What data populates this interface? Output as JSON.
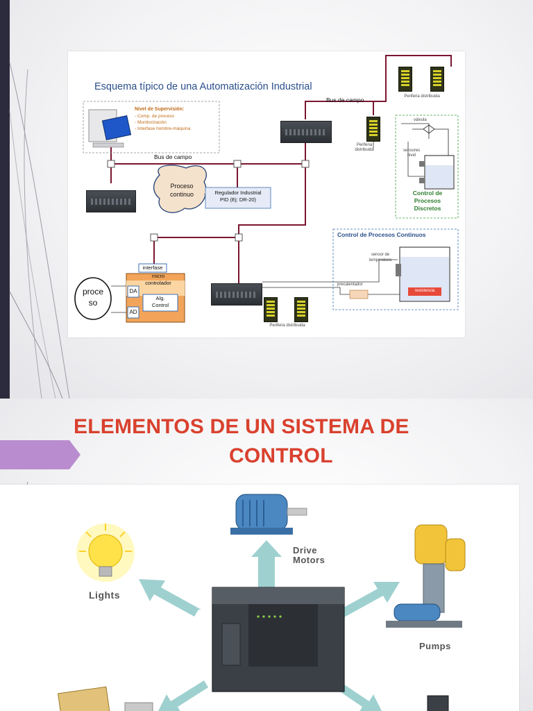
{
  "slide1": {
    "diagram_title": "Esquema típico de una Automatización Industrial",
    "supervision": {
      "heading": "Nivel de Supervisión:",
      "items": [
        "- Comp. de proceso",
        "- Monitorización",
        "- Interfase hombre-máquina"
      ]
    },
    "bus_top": "Bus de campo",
    "bus_left": "Bus de campo",
    "periferia_top": "Periferia distribuida",
    "periferia_mid": "Periferia distribuida",
    "periferia_bottom": "Periferia distribuida",
    "valvula": "válvula",
    "sensores_nivel": "sensores nivel",
    "discrete": {
      "line1": "Control de",
      "line2": "Procesos",
      "line3": "Discretos"
    },
    "proceso_continuo": {
      "line1": "Proceso",
      "line2": "continuo"
    },
    "regulador": {
      "line1": "Regulador Industrial",
      "line2": "PID (Ej: DR-20)"
    },
    "continuous_title": "Control de Procesos Continuos",
    "sensor_temp": {
      "line1": "sensor de",
      "line2": "temperatura"
    },
    "precalentador": "precalentador",
    "resistencia": "resistencia",
    "interfase": "interfase",
    "micro": {
      "line1": "micro",
      "line2": "controlador"
    },
    "da": "DA",
    "ad": "AD",
    "alg": {
      "line1": "Alg.",
      "line2": "Control"
    },
    "proceso_circle": {
      "line1": "proce",
      "line2": "so"
    }
  },
  "slide2": {
    "title_line1": "ELEMENTOS DE UN SISTEMA DE",
    "title_line2": "CONTROL",
    "labels": {
      "lights": "Lights",
      "drive_line1": "Drive",
      "drive_line2": "Motors",
      "pumps": "Pumps"
    }
  },
  "colors": {
    "title_red": "#d9412e",
    "bus_line": "#7a1530",
    "tab_purple": "#b98ccf",
    "left_bar": "#2b2b3d",
    "arrow_teal": "#9fd0d0",
    "supervision_text": "#c06a16"
  }
}
